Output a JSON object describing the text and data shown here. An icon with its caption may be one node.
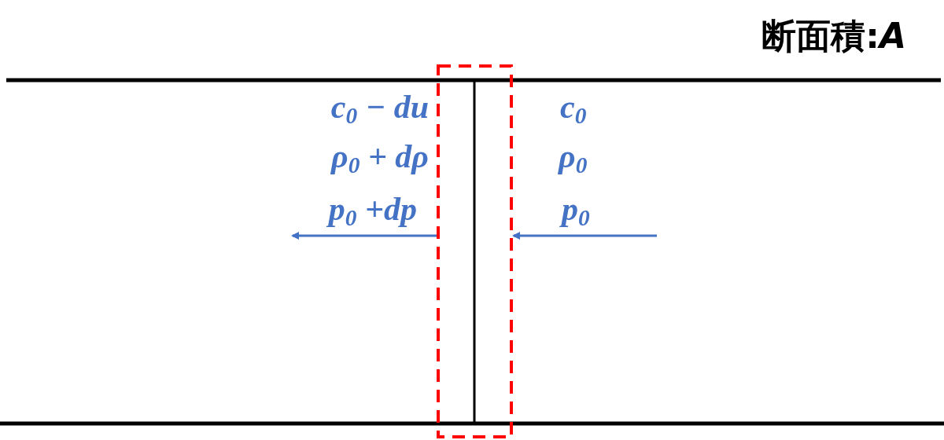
{
  "diagram": {
    "labels": [
      "断面積:*A*",
      "c$_{0}$ − du",
      "ρ$_{0}$ + dρ",
      "p$_{0}$ +dp",
      "c$_{0}$",
      "ρ$_{0}$",
      "p$_{0}$"
    ]
  }
}
